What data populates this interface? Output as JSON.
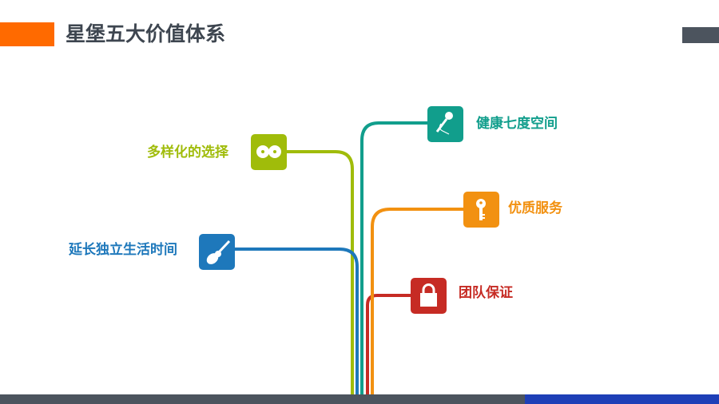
{
  "title": "星堡五大价值体系",
  "colors": {
    "accent": "#ff6a00",
    "green": "#a0bc0a",
    "teal": "#119e8c",
    "orange": "#f29111",
    "blue": "#1e78bb",
    "red": "#c62b24",
    "dark": "#4c545e",
    "navy": "#1e3fb7"
  },
  "items": [
    {
      "label": "多样化的选择",
      "icon": "infinity-icon"
    },
    {
      "label": "健康七度空间",
      "icon": "microphone-icon"
    },
    {
      "label": "优质服务",
      "icon": "key-icon"
    },
    {
      "label": "延长独立生活时间",
      "icon": "guitar-icon"
    },
    {
      "label": "团队保证",
      "icon": "lock-icon"
    }
  ]
}
